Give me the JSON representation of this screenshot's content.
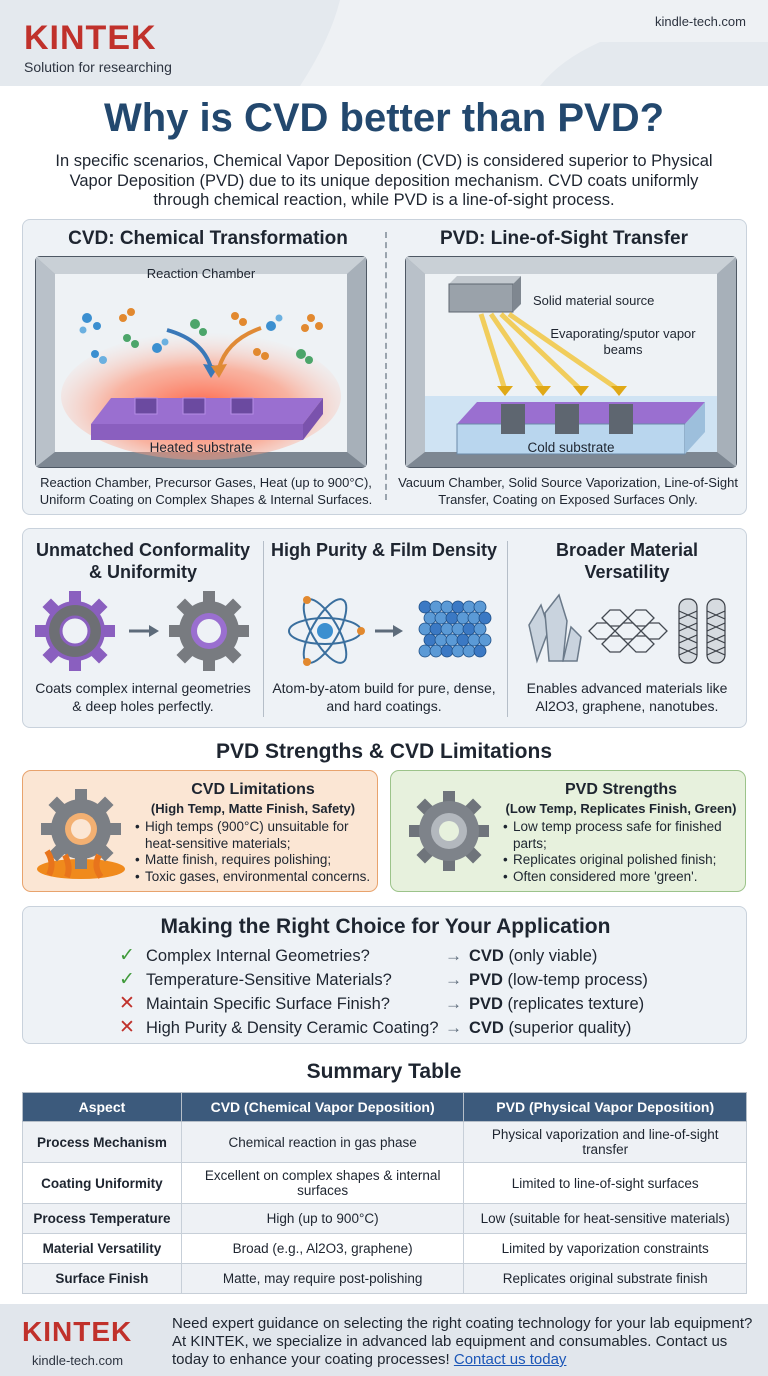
{
  "header": {
    "logo_text": "KINTEK",
    "tagline": "Solution for researching",
    "site": "kindle-tech.com"
  },
  "title": "Why is CVD better than PVD?",
  "intro": "In specific scenarios, Chemical Vapor Deposition (CVD) is considered superior to Physical Vapor Deposition (PVD) due to its unique deposition mechanism. CVD coats uniformly through chemical reaction, while PVD is a line-of-sight process.",
  "comparison": {
    "cvd": {
      "title": "CVD: Chemical Transformation",
      "chamber_label": "Reaction Chamber",
      "substrate_label": "Heated substrate",
      "caption": "Reaction Chamber, Precursor Gases, Heat (up to 900°C), Uniform Coating on Complex Shapes & Internal Surfaces."
    },
    "pvd": {
      "title": "PVD: Line-of-Sight Transfer",
      "source_label": "Solid material source",
      "beam_label": "Evaporating/sputor vapor beams",
      "substrate_label": "Cold substrate",
      "caption": "Vacuum Chamber, Solid Source Vaporization, Line-of-Sight Transfer, Coating on Exposed Surfaces Only."
    }
  },
  "advantages": [
    {
      "title": "Unmatched Conformality & Uniformity",
      "caption": "Coats complex internal geometries & deep holes perfectly."
    },
    {
      "title": "High Purity & Film Density",
      "caption": "Atom-by-atom build for pure, dense, and hard coatings."
    },
    {
      "title": "Broader Material Versatility",
      "caption": "Enables advanced materials like Al2O3, graphene, nanotubes."
    }
  ],
  "strengths_section": {
    "title": "PVD Strengths & CVD Limitations",
    "cvd_limitations": {
      "title": "CVD Limitations",
      "subtitle": "(High Temp, Matte Finish, Safety)",
      "items": [
        "High temps (900°C) unsuitable for heat-sensitive materials;",
        "Matte finish, requires polishing;",
        "Toxic gases, environmental concerns."
      ]
    },
    "pvd_strengths": {
      "title": "PVD Strengths",
      "subtitle": "(Low Temp, Replicates Finish, Green)",
      "items": [
        "Low temp process safe for finished parts;",
        "Replicates original polished finish;",
        "Often considered more 'green'."
      ]
    }
  },
  "choice": {
    "title": "Making the Right Choice for Your Application",
    "rows": [
      {
        "mark": "✓",
        "mark_color": "#3f9a3a",
        "question": "Complex Internal Geometries?",
        "answer": "CVD",
        "note": "(only viable)"
      },
      {
        "mark": "✓",
        "mark_color": "#3f9a3a",
        "question": "Temperature-Sensitive Materials?",
        "answer": "PVD",
        "note": "(low-temp process)"
      },
      {
        "mark": "✕",
        "mark_color": "#c0312b",
        "question": "Maintain Specific Surface Finish?",
        "answer": "PVD",
        "note": "(replicates texture)"
      },
      {
        "mark": "✕",
        "mark_color": "#c0312b",
        "question": "High Purity & Density Ceramic Coating?",
        "answer": "CVD",
        "note": "(superior quality)"
      }
    ],
    "arrow": "→"
  },
  "summary": {
    "title": "Summary Table",
    "headers": [
      "Aspect",
      "CVD (Chemical Vapor Deposition)",
      "PVD (Physical Vapor Deposition)"
    ],
    "rows": [
      [
        "Process Mechanism",
        "Chemical reaction in gas phase",
        "Physical vaporization and line-of-sight transfer"
      ],
      [
        "Coating Uniformity",
        "Excellent on complex shapes & internal surfaces",
        "Limited to line-of-sight surfaces"
      ],
      [
        "Process Temperature",
        "High (up to 900°C)",
        "Low (suitable for heat-sensitive materials)"
      ],
      [
        "Material Versatility",
        "Broad (e.g., Al2O3, graphene)",
        "Limited by vaporization constraints"
      ],
      [
        "Surface Finish",
        "Matte, may require post-polishing",
        "Replicates original substrate finish"
      ]
    ]
  },
  "footer": {
    "logo_text": "KINTEK",
    "site": "kindle-tech.com",
    "text": "Need expert guidance on selecting the right coating technology for your lab equipment? At KINTEK, we specialize in advanced lab equipment and consumables. Contact us today to enhance your coating processes!",
    "link": "Contact us today"
  },
  "colors": {
    "brand_red": "#c0312b",
    "title_blue": "#23486e",
    "table_header": "#3c5a7c",
    "coating_purple": "#9a6fd0"
  }
}
